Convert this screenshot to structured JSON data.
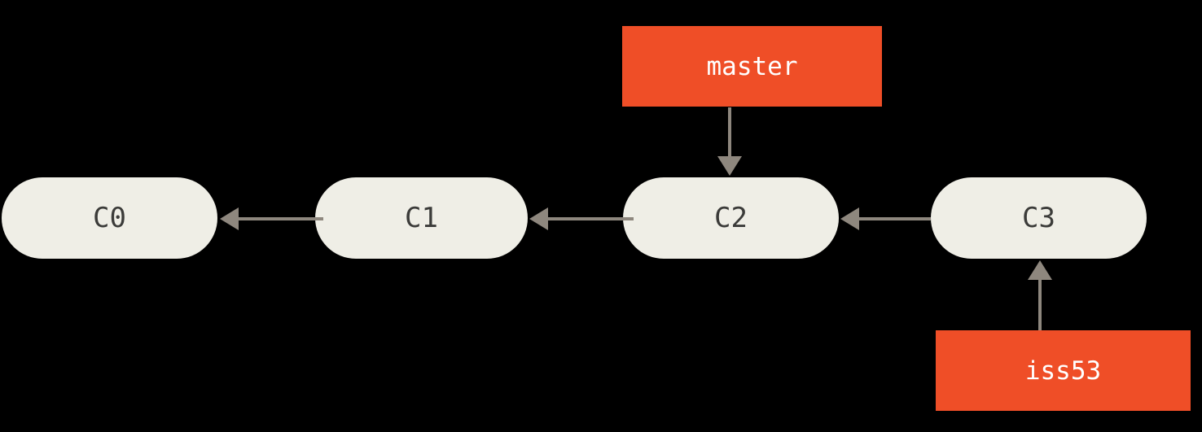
{
  "diagram": {
    "kind": "git-commit-graph",
    "background_color": "#000000",
    "commit_fill_color": "#efeee6",
    "commit_text_color": "#3b3b39",
    "branch_fill_color": "#ef4e27",
    "branch_text_color": "#ffffff",
    "arrow_color": "#8e877e",
    "commits": [
      {
        "id": "C0"
      },
      {
        "id": "C1"
      },
      {
        "id": "C2"
      },
      {
        "id": "C3"
      }
    ],
    "edges": [
      {
        "from": "C1",
        "to": "C0",
        "direction": "left"
      },
      {
        "from": "C2",
        "to": "C1",
        "direction": "left"
      },
      {
        "from": "C3",
        "to": "C2",
        "direction": "left"
      },
      {
        "from": "master",
        "to": "C2",
        "direction": "down"
      },
      {
        "from": "iss53",
        "to": "C3",
        "direction": "up"
      }
    ],
    "branches": [
      {
        "name": "master",
        "points_to": "C2"
      },
      {
        "name": "iss53",
        "points_to": "C3"
      }
    ]
  }
}
